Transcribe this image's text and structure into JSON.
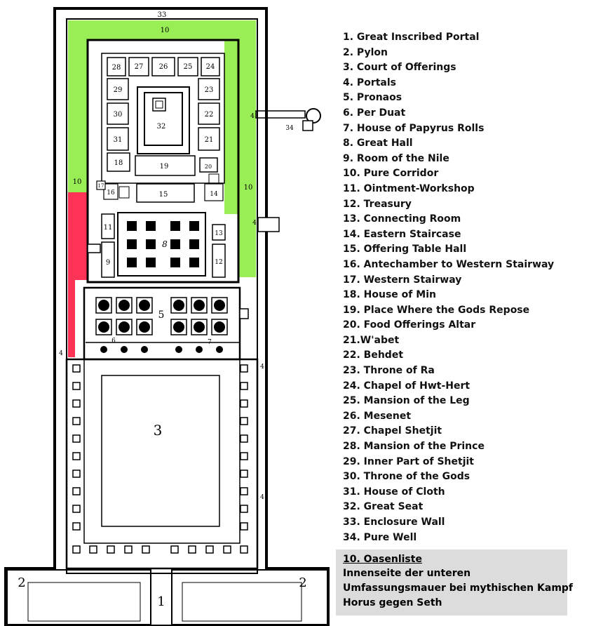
{
  "legend": [
    "1. Great Inscribed Portal",
    "2. Pylon",
    "3. Court of Offerings",
    "4. Portals",
    "5. Pronaos",
    "6. Per Duat",
    "7. House of Papyrus Rolls",
    "8. Great Hall",
    "9. Room of the Nile",
    "10. Pure Corridor",
    "11. Ointment-Workshop",
    "12. Treasury",
    "13. Connecting Room",
    "14. Eastern Staircase",
    "15. Offering Table Hall",
    "16. Antechamber to Western Stairway",
    "17. Western Stairway",
    "18. House of Min",
    "19. Place Where the Gods Repose",
    "20. Food Offerings Altar",
    "21.W'abet",
    "22. Behdet",
    "23. Throne of Ra",
    "24. Chapel of Hwt-Hert",
    "25. Mansion of the Leg",
    "26. Mesenet",
    "27. Chapel Shetjit",
    "28. Mansion of the Prince",
    "29. Inner Part of Shetjit",
    "30. Throne of the Gods",
    "31. House of Cloth",
    "32. Great Seat",
    "33. Enclosure Wall",
    "34. Pure Well"
  ],
  "note": {
    "title": "10. Oasenliste",
    "lines": [
      "Innenseite der unteren",
      "Umfassungsmauer bei mythischen Kampf",
      "Horus gegen Seth"
    ]
  },
  "plan_labels": {
    "n33": "33",
    "n10_top": "10",
    "n10_left": "10",
    "n10_right": "10",
    "n28": "28",
    "n27": "27",
    "n26": "26",
    "n25": "25",
    "n24": "24",
    "n29": "29",
    "n23": "23",
    "n30": "30",
    "n22": "22",
    "n31": "31",
    "n21": "21",
    "n32": "32",
    "n18": "18",
    "n19": "19",
    "n20": "20",
    "n17": "17",
    "n16": "16",
    "n15": "15",
    "n14": "14",
    "n13": "13",
    "n11": "11",
    "n8": "8",
    "n9": "9",
    "n12": "12",
    "n5": "5",
    "n6": "6",
    "n7": "7",
    "n3": "3",
    "n1": "1",
    "n2_left": "2",
    "n2_right": "2",
    "n34": "34",
    "n4_a": "4",
    "n4_b": "4",
    "n4_c": "4",
    "n4_d": "4",
    "n4_e": "4"
  },
  "colors": {
    "pure_corridor": "#99ee55",
    "oasenliste_wall": "#ff3355",
    "note_background": "#dcdcdc"
  }
}
